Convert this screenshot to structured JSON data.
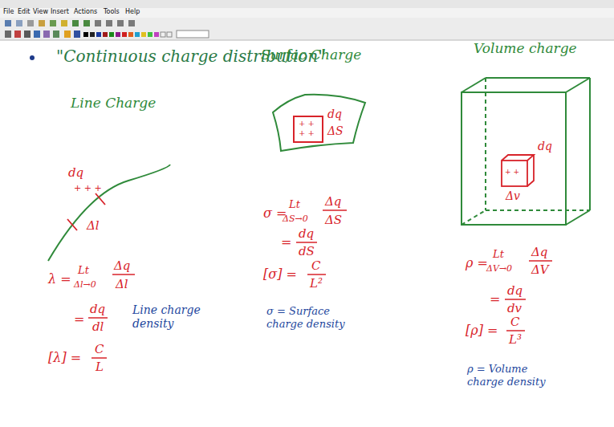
{
  "diagram": {
    "title": "\"Continuous charge distribution\"",
    "labels": [
      "Line Charge",
      "dq",
      "+ + +",
      "Δl",
      "λ =",
      "Lt",
      "Δl→0",
      "Δq",
      "Δl",
      "=",
      "dq",
      "dl",
      "Line charge density",
      "[λ] =",
      "C",
      "L",
      "Surfac Charge",
      "+ +",
      "+ +",
      "dq",
      "ΔS",
      "σ =",
      "Lt",
      "ΔS→0",
      "Δq",
      "ΔS",
      "=",
      "dq",
      "dS",
      "[σ] =",
      "C",
      "L²",
      "σ = Surface charge density",
      "Volume charge",
      "+ +",
      "dq",
      "Δv",
      "ρ =",
      "Lt",
      "ΔV→0",
      "Δq",
      "ΔV",
      "=",
      "dq",
      "dv",
      "[ρ] =",
      "C",
      "L³",
      "ρ = Volume charge density",
      "File",
      "Edit",
      "View",
      "Insert",
      "Actions",
      "Tools",
      "Help"
    ]
  }
}
